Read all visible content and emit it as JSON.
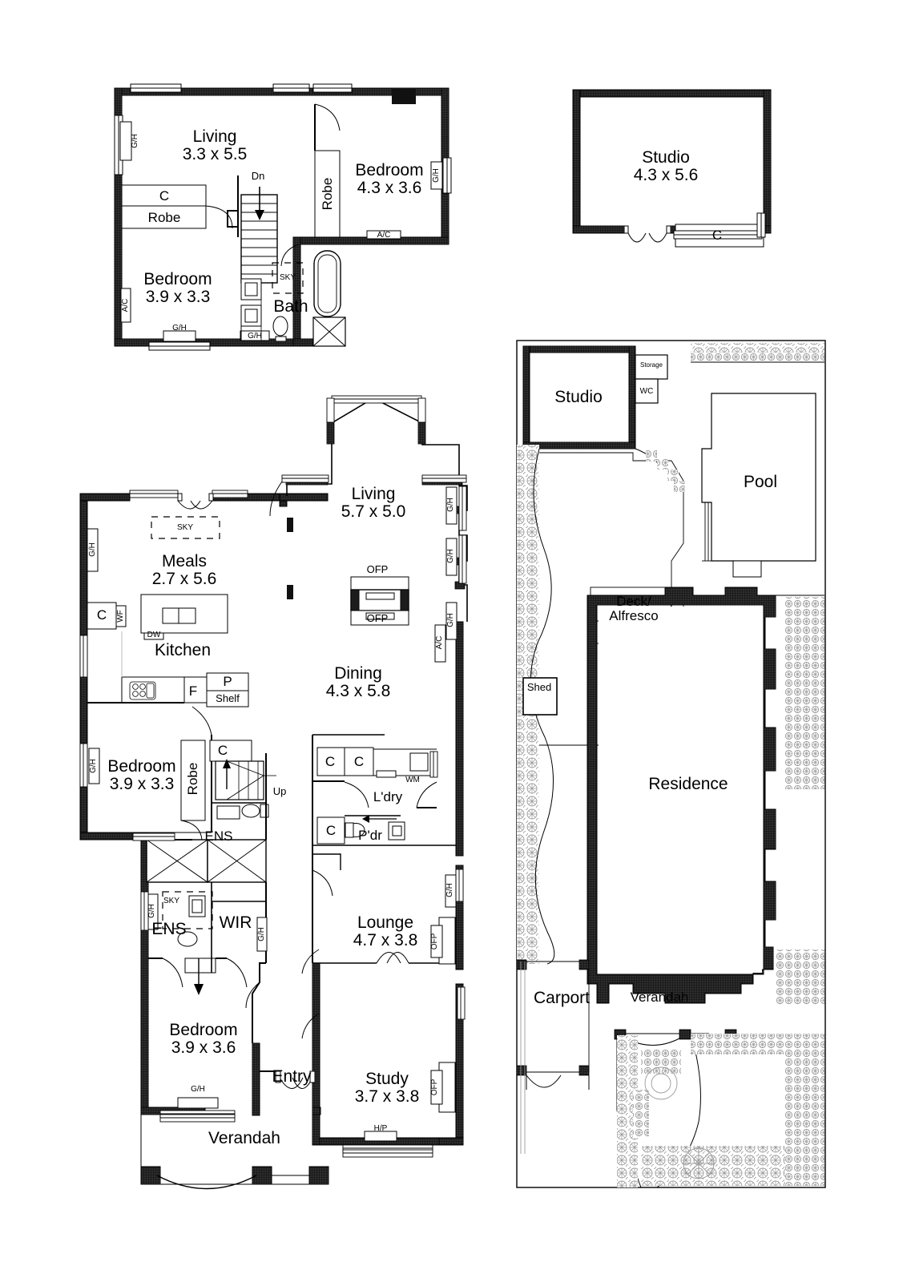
{
  "document": {
    "type": "residential-floor-plan",
    "sheets": [
      {
        "id": "first-floor",
        "title": ""
      },
      {
        "id": "studio-plan",
        "title": ""
      },
      {
        "id": "ground-floor",
        "title": ""
      },
      {
        "id": "site-plan",
        "title": ""
      }
    ],
    "colors": {
      "line": "#000000",
      "wall_fill": "#1a1a1a",
      "background": "#ffffff",
      "hatch": "#8a8a8a"
    }
  },
  "first_floor": {
    "rooms": [
      {
        "name": "Living",
        "dim": "3.3 x 5.5"
      },
      {
        "name": "Bedroom",
        "dim": "4.3 x 3.6"
      },
      {
        "name": "Bedroom",
        "dim": "3.9 x 3.3"
      },
      {
        "name": "Bath",
        "dim": ""
      }
    ],
    "annotations": {
      "robe_closet": "Robe",
      "closet_c": "C",
      "robe_vertical": "Robe",
      "stair_direction": "Dn",
      "skylight": "SKY",
      "gas_heater": "G/H",
      "air_con": "A/C"
    }
  },
  "studio_plan": {
    "room": {
      "name": "Studio",
      "dim": "4.3 x 5.6"
    },
    "annotations": {
      "closet": "C"
    }
  },
  "ground_floor": {
    "rooms": [
      {
        "name": "Living",
        "dim": "5.7 x 5.0"
      },
      {
        "name": "Meals",
        "dim": "2.7 x 5.6"
      },
      {
        "name": "Kitchen",
        "dim": ""
      },
      {
        "name": "Dining",
        "dim": "4.3 x 5.8"
      },
      {
        "name": "Bedroom",
        "dim": "3.9 x 3.3"
      },
      {
        "name": "Bedroom",
        "dim": "3.9 x 3.6"
      },
      {
        "name": "Lounge",
        "dim": "4.7 x 3.8"
      },
      {
        "name": "Study",
        "dim": "3.7 x 3.8"
      }
    ],
    "spaces": {
      "laundry": "L'dry",
      "powder_room": "P'dr",
      "ensuite_upper": "ENS",
      "ensuite_lower": "ENS",
      "walk_in_robe": "WIR",
      "entry": "Entry",
      "verandah": "Verandah",
      "robe": "Robe"
    },
    "annotations": {
      "skylight": "SKY",
      "open_fireplace": "OFP",
      "gas_heater": "G/H",
      "air_con": "A/C",
      "closet": "C",
      "pantry": "P",
      "shelf": "Shelf",
      "fridge": "F",
      "dishwasher": "DW",
      "water_filter": "WF",
      "washing_machine": "WM",
      "stair_direction": "Up",
      "hot_plate": "H/P"
    }
  },
  "site_plan": {
    "features": [
      {
        "label": "Studio"
      },
      {
        "label": "Storage"
      },
      {
        "label": "WC"
      },
      {
        "label": "Pool"
      },
      {
        "label": "Deck/"
      },
      {
        "label": "Alfresco"
      },
      {
        "label": "Shed"
      },
      {
        "label": "Residence"
      },
      {
        "label": "Carport"
      },
      {
        "label": "Verandah"
      }
    ],
    "deck_line1": "Deck/",
    "deck_line2": "Alfresco"
  }
}
